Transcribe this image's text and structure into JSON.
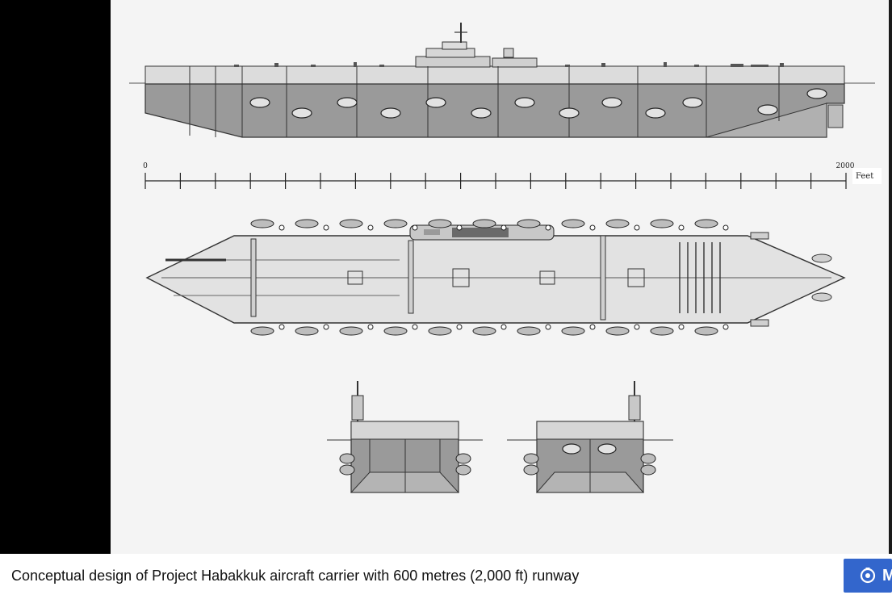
{
  "scale": {
    "start_label": "0",
    "end_label": "2000",
    "unit_label": "Feet"
  },
  "caption": {
    "text": "Conceptual design of Project Habakkuk aircraft carrier with 600 metres (2,000 ft) runway"
  },
  "action_button": {
    "icon": "media-viewer-icon",
    "label": "M"
  },
  "colors": {
    "hull_gray": "#9a9a9a",
    "deck_gray": "#d9d9d9",
    "accent_blue": "#3366cc",
    "left_bar": "#000000"
  }
}
